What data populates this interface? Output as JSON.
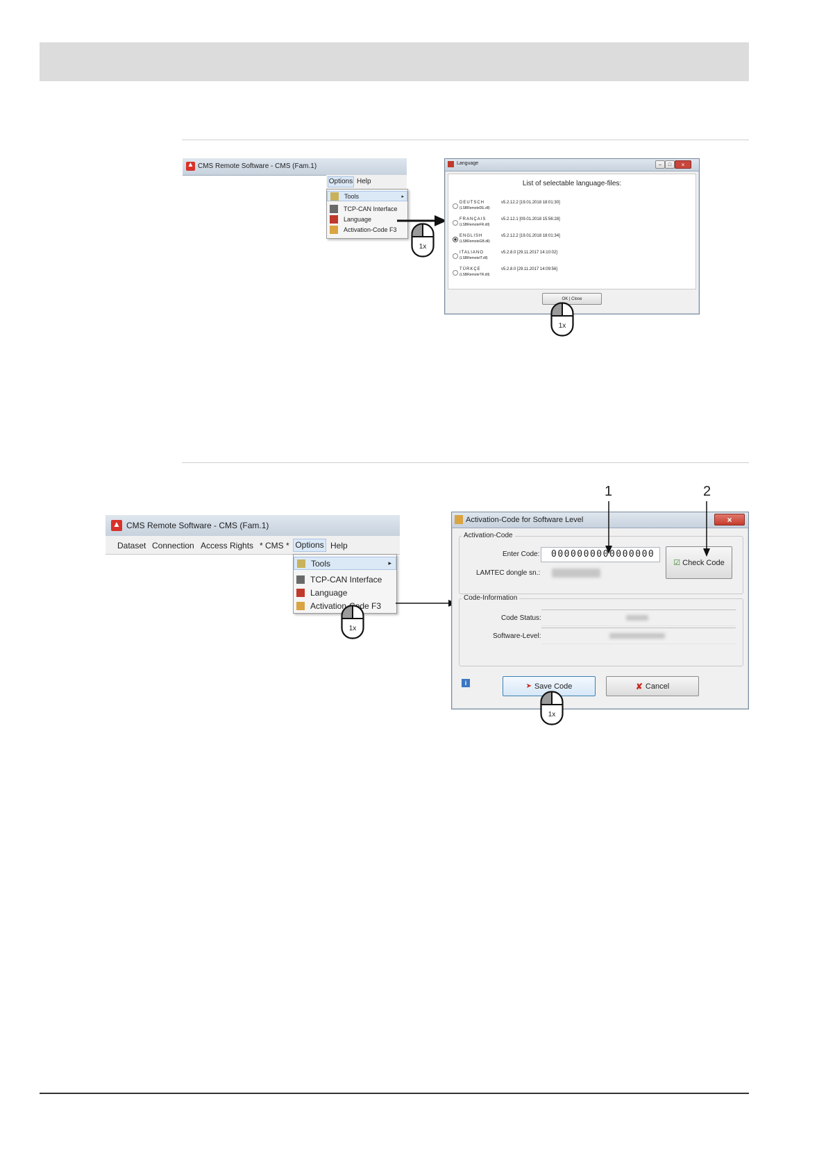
{
  "figure1": {
    "app_title": "CMS Remote Software  -  CMS (Fam.1)",
    "menubar": [
      "Options",
      "Help"
    ],
    "menu_items": [
      "Tools",
      "TCP-CAN Interface",
      "Language",
      "Activation-Code F3"
    ],
    "mouse_label": "1x",
    "language_dialog": {
      "title": "Language",
      "heading": "List of selectable language-files:",
      "languages": [
        {
          "name": "DEUTSCH",
          "file": "(LSBRemoteDE.dll)",
          "version": "v5.2.12.2 [19.01.2018 18:01:30]",
          "selected": false
        },
        {
          "name": "FRANÇAIS",
          "file": "(LSBRemoteFR.dll)",
          "version": "v5.2.12.1 [09.01.2018 15:56:28]",
          "selected": false
        },
        {
          "name": "ENGLISH",
          "file": "(LSBRemoteGB.dll)",
          "version": "v5.2.12.2 [19.01.2018 18:01:34]",
          "selected": true
        },
        {
          "name": "ITALIANO",
          "file": "(LSBRemoteIT.dll)",
          "version": "v5.2.8.0 [29.11.2017 14:10:02]",
          "selected": false
        },
        {
          "name": "TÜRKÇE",
          "file": "(LSBRemoteTR.dll)",
          "version": "v5.2.8.0 [29.11.2017 14:09:56]",
          "selected": false
        }
      ],
      "ok_button": "OK | Close",
      "mouse_label": "1x"
    }
  },
  "figure2": {
    "app_title": "CMS Remote Software  -  CMS (Fam.1)",
    "menubar": [
      "Dataset",
      "Connection",
      "Access Rights",
      "* CMS *",
      "Options",
      "Help"
    ],
    "menu_items": [
      "Tools",
      "TCP-CAN Interface",
      "Language",
      "Activation-Code F3"
    ],
    "mouse_label": "1x",
    "activation_dialog": {
      "title": "Activation-Code for Software Level",
      "group1": "Activation-Code",
      "enter_code_label": "Enter Code:",
      "enter_code_value": "0000000000000000",
      "dongle_label": "LAMTEC dongle sn.:",
      "check_code_button": "Check Code",
      "group2": "Code-Information",
      "code_status_label": "Code Status:",
      "software_level_label": "Software-Level:",
      "save_button": "Save Code",
      "cancel_button": "Cancel",
      "callouts": [
        "1",
        "2"
      ],
      "mouse_label": "1x"
    }
  }
}
